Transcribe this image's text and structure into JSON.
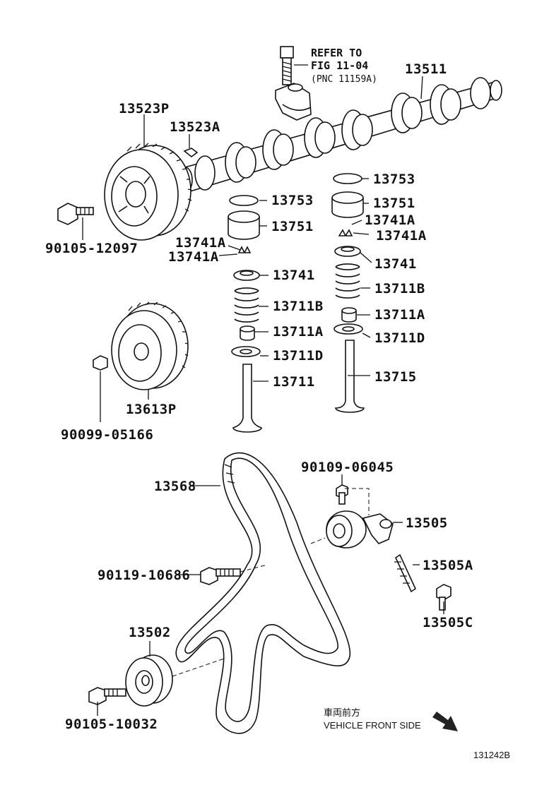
{
  "labels": {
    "refer": [
      "REFER TO",
      "FIG 11-04",
      "(PNC 11159A)"
    ],
    "camshaft": "13511",
    "cam_pulley": "13523P",
    "cam_key": "13523A",
    "cam_bolt": "90105-12097",
    "shim_l": "13753",
    "lifter_l": "13751",
    "keeper_l_a": "13741A",
    "keeper_l_b": "13741A",
    "retainer_l": "13741",
    "spring_l": "13711B",
    "seal_l": "13711A",
    "seat_l": "13711D",
    "valve_l": "13711",
    "shim_r": "13753",
    "lifter_r": "13751",
    "keeper_r_a": "13741A",
    "keeper_r_b": "13741A",
    "retainer_r": "13741",
    "spring_r": "13711B",
    "seal_r": "13711A",
    "seat_r": "13711D",
    "valve_r": "13715",
    "crank_pulley": "13613P",
    "crank_key": "90099-05166",
    "belt": "13568",
    "tensioner_bolt": "90109-06045",
    "tensioner": "13505",
    "tensioner_spring": "13505A",
    "stud": "13505C",
    "bolt_mid": "90119-10686",
    "idler": "13502",
    "idler_bolt": "90105-10032"
  },
  "footer": {
    "japanese": "車両前方",
    "front_side": "VEHICLE FRONT SIDE",
    "figure_code": "131242B"
  }
}
